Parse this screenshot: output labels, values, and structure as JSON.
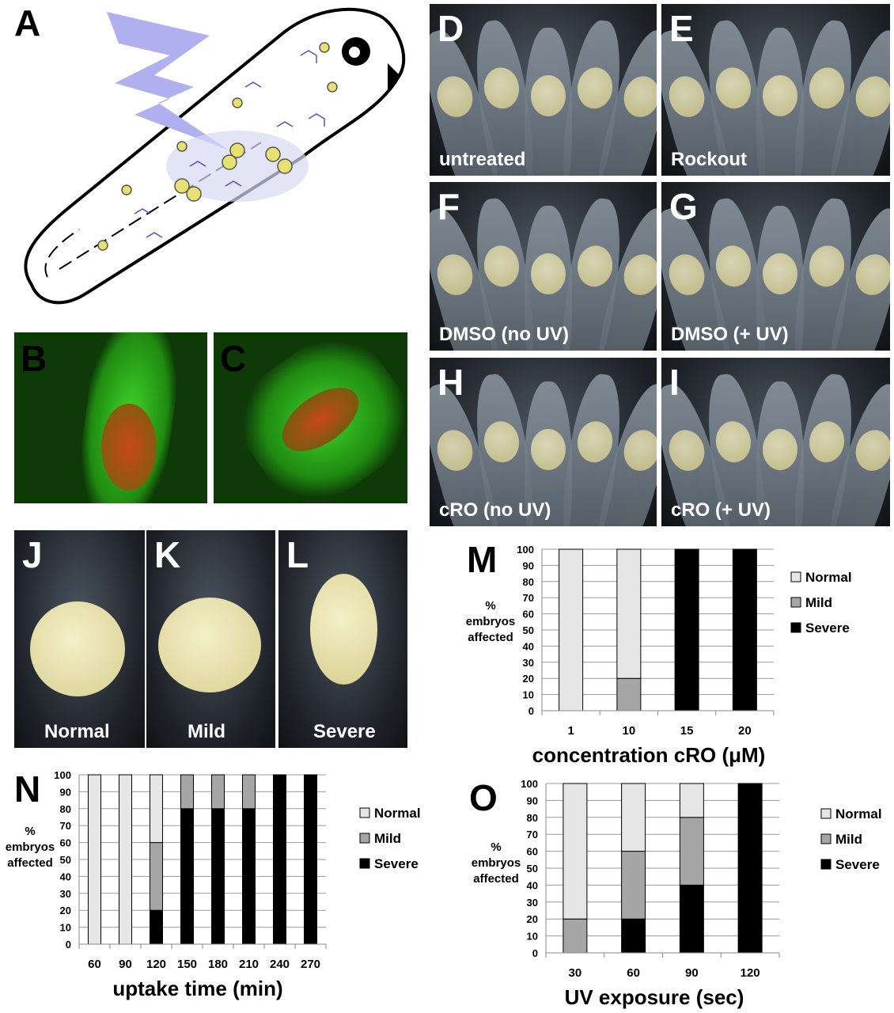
{
  "panels": {
    "A": "A",
    "B": "B",
    "C": "C",
    "D": "D",
    "E": "E",
    "F": "F",
    "G": "G",
    "H": "H",
    "I": "I",
    "J": "J",
    "K": "K",
    "L": "L",
    "M": "M",
    "N": "N",
    "O": "O"
  },
  "photo_captions": {
    "D": "untreated",
    "E": "Rockout",
    "F": "DMSO (no UV)",
    "G": "DMSO (+ UV)",
    "H": "cRO (no UV)",
    "I": "cRO (+ UV)",
    "J": "Normal",
    "K": "Mild",
    "L": "Severe"
  },
  "colors": {
    "normal": "#e6e6e6",
    "mild": "#a6a6a6",
    "severe": "#000000",
    "uv_bolt": "#b0b0f0",
    "fluor_green": "#2fbf1a",
    "fluor_red": "#c8481a"
  },
  "chart_data": [
    {
      "id": "M",
      "type": "bar",
      "stacked": true,
      "title": "",
      "xlabel": "concentration cRO (μM)",
      "ylabel": "% embryos affected",
      "ylim": [
        0,
        100
      ],
      "yticks": [
        0,
        10,
        20,
        30,
        40,
        50,
        60,
        70,
        80,
        90,
        100
      ],
      "grid": true,
      "legend": "right",
      "categories": [
        "1",
        "10",
        "15",
        "20"
      ],
      "series": [
        {
          "name": "Severe",
          "values": [
            0,
            0,
            100,
            100
          ]
        },
        {
          "name": "Mild",
          "values": [
            0,
            20,
            0,
            0
          ]
        },
        {
          "name": "Normal",
          "values": [
            100,
            80,
            0,
            0
          ]
        }
      ]
    },
    {
      "id": "N",
      "type": "bar",
      "stacked": true,
      "title": "",
      "xlabel": "uptake time (min)",
      "ylabel": "% embryos affected",
      "ylim": [
        0,
        100
      ],
      "yticks": [
        0,
        10,
        20,
        30,
        40,
        50,
        60,
        70,
        80,
        90,
        100
      ],
      "grid": true,
      "legend": "right",
      "categories": [
        "60",
        "90",
        "120",
        "150",
        "180",
        "210",
        "240",
        "270"
      ],
      "series": [
        {
          "name": "Severe",
          "values": [
            0,
            0,
            20,
            80,
            80,
            80,
            100,
            100
          ]
        },
        {
          "name": "Mild",
          "values": [
            0,
            0,
            40,
            20,
            20,
            20,
            0,
            0
          ]
        },
        {
          "name": "Normal",
          "values": [
            100,
            100,
            40,
            0,
            0,
            0,
            0,
            0
          ]
        }
      ]
    },
    {
      "id": "O",
      "type": "bar",
      "stacked": true,
      "title": "",
      "xlabel": "UV exposure (sec)",
      "ylabel": "% embryos affected",
      "ylim": [
        0,
        100
      ],
      "yticks": [
        0,
        10,
        20,
        30,
        40,
        50,
        60,
        70,
        80,
        90,
        100
      ],
      "grid": true,
      "legend": "right",
      "categories": [
        "30",
        "60",
        "90",
        "120"
      ],
      "series": [
        {
          "name": "Severe",
          "values": [
            0,
            20,
            40,
            100
          ]
        },
        {
          "name": "Mild",
          "values": [
            20,
            40,
            40,
            0
          ]
        },
        {
          "name": "Normal",
          "values": [
            80,
            40,
            20,
            0
          ]
        }
      ]
    }
  ],
  "legend_order": [
    "Normal",
    "Mild",
    "Severe"
  ],
  "ylabel_lines": [
    "%",
    "embryos",
    "affected"
  ]
}
